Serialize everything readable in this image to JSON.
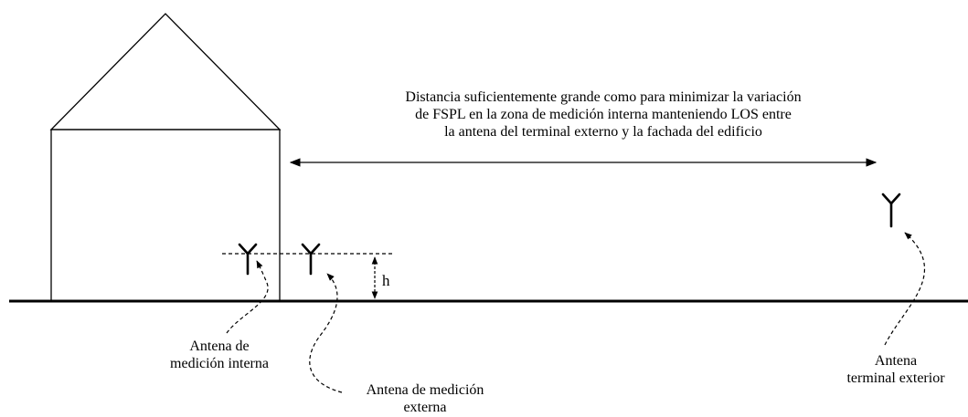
{
  "colors": {
    "stroke": "#000000",
    "background": "#ffffff"
  },
  "labels": {
    "distance": [
      "Distancia suficientemente grande como para minimizar la variación",
      "de FSPL en la zona de medición interna manteniendo LOS entre",
      "la antena del terminal externo y la fachada del edificio"
    ],
    "inner_antenna": [
      "Antena de",
      "medición interna"
    ],
    "outer_antenna": [
      "Antena de medición",
      "externa"
    ],
    "terminal_antenna": [
      "Antena",
      "terminal exterior"
    ],
    "height": "h"
  },
  "icons": {
    "antenna": "antenna-icon",
    "arrow": "dashed-curved-arrow"
  }
}
